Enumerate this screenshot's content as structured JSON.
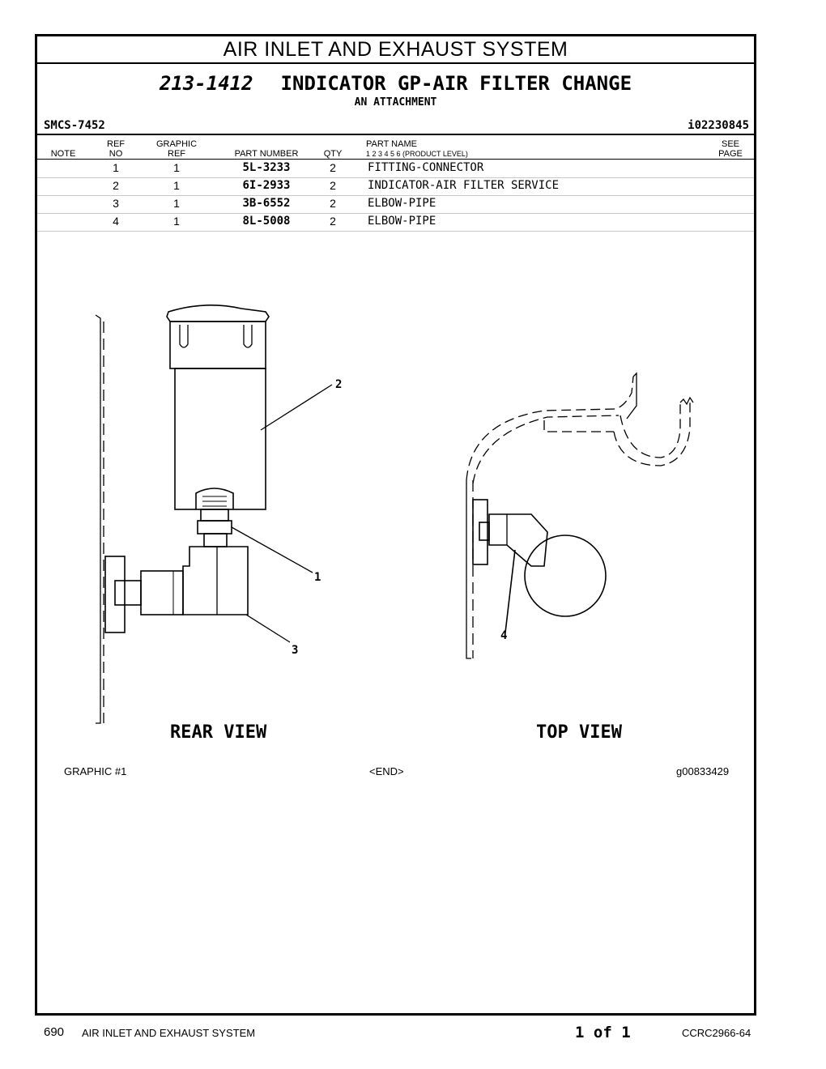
{
  "header": {
    "system_title": "AIR INLET AND EXHAUST SYSTEM",
    "group_number": "213-1412",
    "group_name": "INDICATOR GP-AIR FILTER CHANGE",
    "subtitle": "AN ATTACHMENT",
    "smcs": "SMCS-7452",
    "info_id": "i02230845"
  },
  "columns": {
    "note": "NOTE",
    "ref_no": [
      "REF",
      "NO"
    ],
    "graphic_ref": [
      "GRAPHIC",
      "REF"
    ],
    "part_number": "PART NUMBER",
    "qty": "QTY",
    "part_name": "PART NAME",
    "product_level": "1   2   3   4   5   6   (PRODUCT LEVEL)",
    "see_page": [
      "SEE",
      "PAGE"
    ]
  },
  "parts": [
    {
      "ref": "1",
      "graphic": "1",
      "part_number": "5L-3233",
      "qty": "2",
      "name": "FITTING-CONNECTOR"
    },
    {
      "ref": "2",
      "graphic": "1",
      "part_number": "6I-2933",
      "qty": "2",
      "name": "INDICATOR-AIR FILTER SERVICE"
    },
    {
      "ref": "3",
      "graphic": "1",
      "part_number": "3B-6552",
      "qty": "2",
      "name": "ELBOW-PIPE"
    },
    {
      "ref": "4",
      "graphic": "1",
      "part_number": "8L-5008",
      "qty": "2",
      "name": "ELBOW-PIPE"
    }
  ],
  "illustration": {
    "callouts": [
      "2",
      "1",
      "3",
      "4"
    ],
    "rear_view_label": "REAR VIEW",
    "top_view_label": "TOP VIEW"
  },
  "caption": {
    "graphic": "GRAPHIC #1",
    "end": "<END>",
    "graphic_id": "g00833429"
  },
  "footer": {
    "page_number": "690",
    "section": "AIR INLET AND EXHAUST SYSTEM",
    "page_of": "1 of 1",
    "doc_id": "CCRC2966-64"
  }
}
